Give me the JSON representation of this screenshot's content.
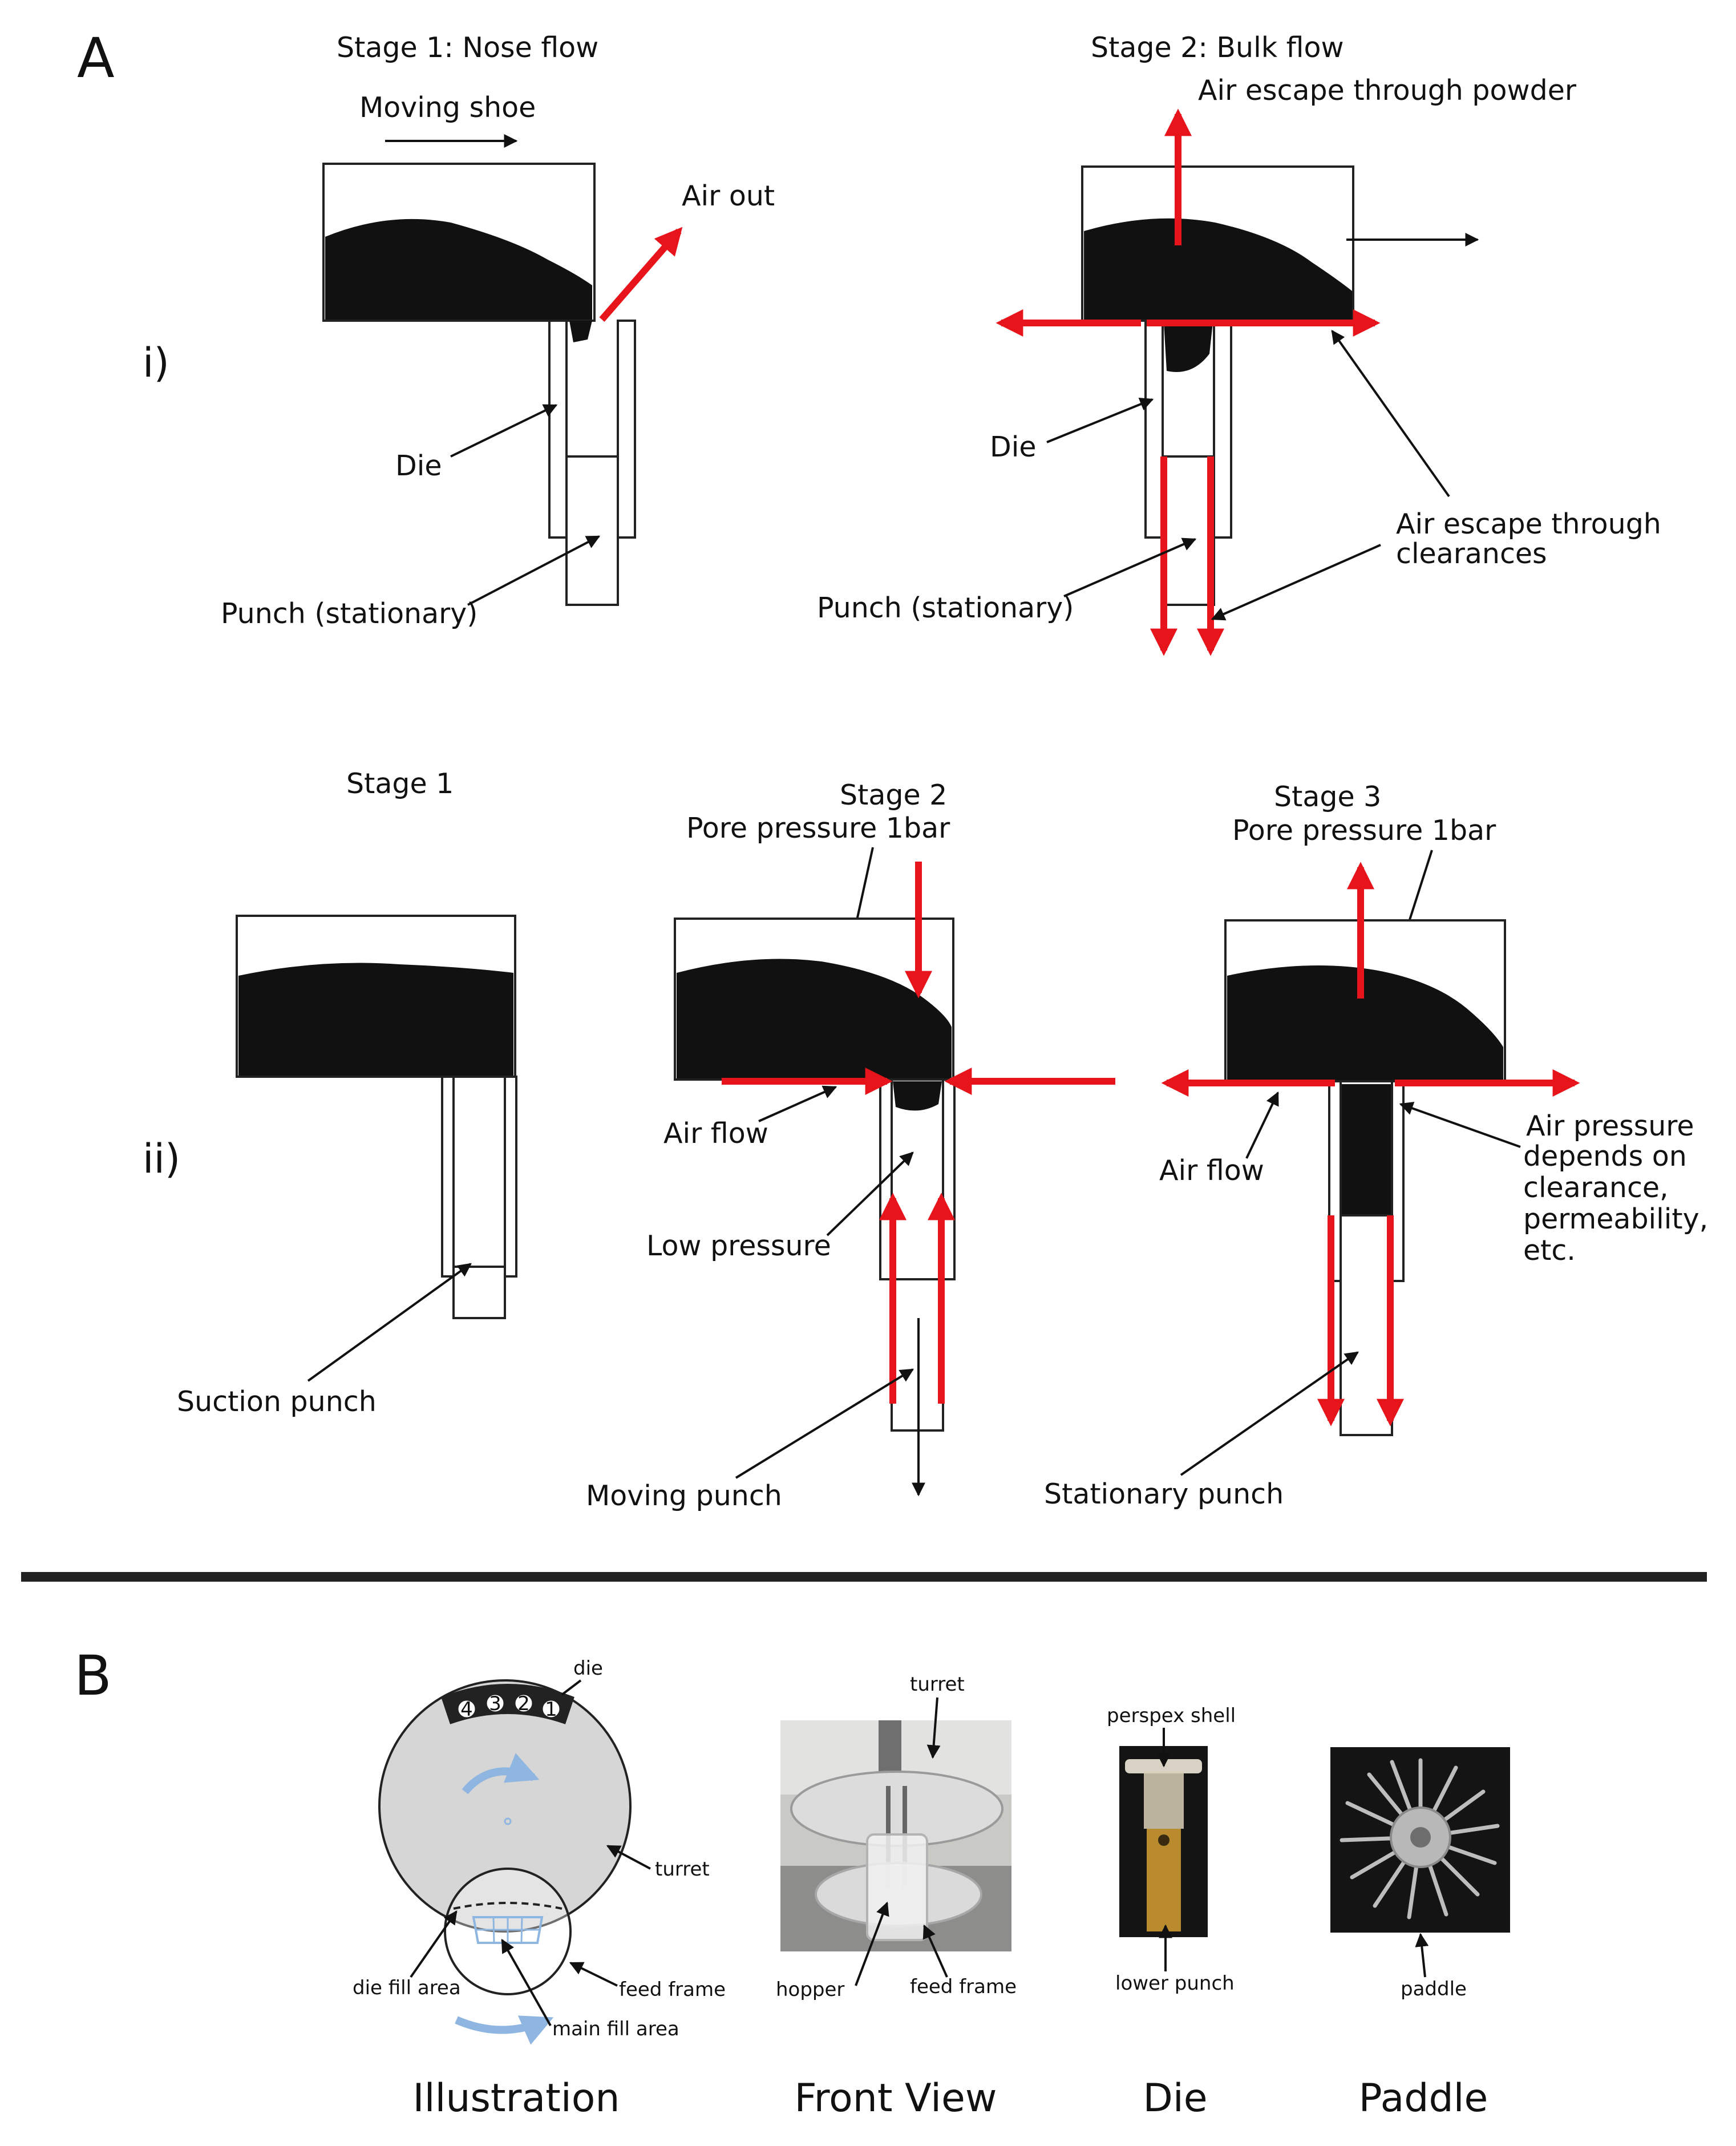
{
  "panel_a": {
    "label": "A",
    "row_i": {
      "label": "i)",
      "stage1": {
        "title": "Stage 1: Nose flow",
        "moving_shoe": "Moving shoe",
        "air_out": "Air out",
        "die": "Die",
        "punch": "Punch (stationary)"
      },
      "stage2": {
        "title": "Stage 2: Bulk flow",
        "air_escape_powder": "Air escape through powder",
        "die": "Die",
        "air_escape_clearances_1": "Air escape through",
        "air_escape_clearances_2": "clearances",
        "punch": "Punch (stationary)"
      }
    },
    "row_ii": {
      "label": "ii)",
      "stage1": {
        "title": "Stage 1",
        "suction_punch": "Suction  punch"
      },
      "stage2": {
        "title": "Stage 2",
        "pore_pressure": "Pore pressure 1bar",
        "air_flow": "Air flow",
        "low_pressure": "Low pressure",
        "moving_punch": "Moving punch"
      },
      "stage3": {
        "title": "Stage 3",
        "pore_pressure": "Pore pressure 1bar",
        "air_flow": "Air flow",
        "air_pressure_lines": [
          "Air pressure",
          "depends on",
          "clearance,",
          "permeability,",
          "etc."
        ],
        "stationary_punch": "Stationary punch"
      }
    }
  },
  "panel_b": {
    "label": "B",
    "illustration": {
      "die": "die",
      "die_numbers": [
        "4",
        "3",
        "2",
        "1"
      ],
      "turret": "turret",
      "die_fill_area": "die fill area",
      "feed_frame": "feed frame",
      "main_fill_area": "main fill area",
      "caption": "Illustration"
    },
    "front_view": {
      "turret": "turret",
      "hopper": "hopper",
      "feed_frame": "feed frame",
      "caption": "Front View"
    },
    "die_photo": {
      "perspex_shell": "perspex shell",
      "lower_punch": "lower punch",
      "caption": "Die"
    },
    "paddle_photo": {
      "paddle": "paddle",
      "caption": "Paddle"
    }
  },
  "colors": {
    "flow_arrow": "#e8141b",
    "powder": "#111111",
    "turret_fill": "#d6d6d6",
    "rotation_arrow": "#8fb6e0",
    "separator": "#222222"
  }
}
